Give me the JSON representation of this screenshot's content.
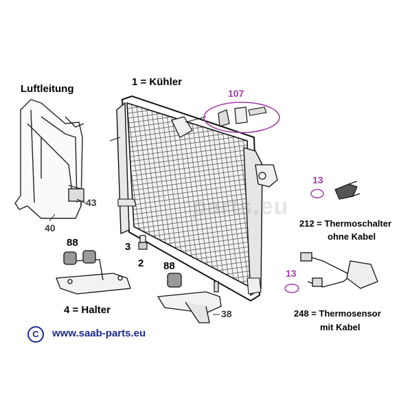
{
  "labels": {
    "air_duct": "Luftleitung",
    "radiator": "1  = Kühler",
    "bracket": "4 = Halter",
    "part_107": "107",
    "part_13_top": "13",
    "part_13_bottom": "13",
    "thermo_switch_1": "212 = Thermoschalter",
    "thermo_switch_2": "ohne Kabel",
    "thermo_sensor_1": "248 = Thermosensor",
    "thermo_sensor_2": "mit Kabel",
    "part_43": "43",
    "part_40": "40",
    "part_88_left": "88",
    "part_88_right": "88",
    "part_3": "3",
    "part_2": "2",
    "part_38": "38"
  },
  "watermark": "parts.eu",
  "footer": {
    "copyright_symbol": "C",
    "url": "www.saab-parts.eu"
  },
  "colors": {
    "accent_purple": "#a23ca8",
    "link_blue": "#1b2a8a"
  }
}
